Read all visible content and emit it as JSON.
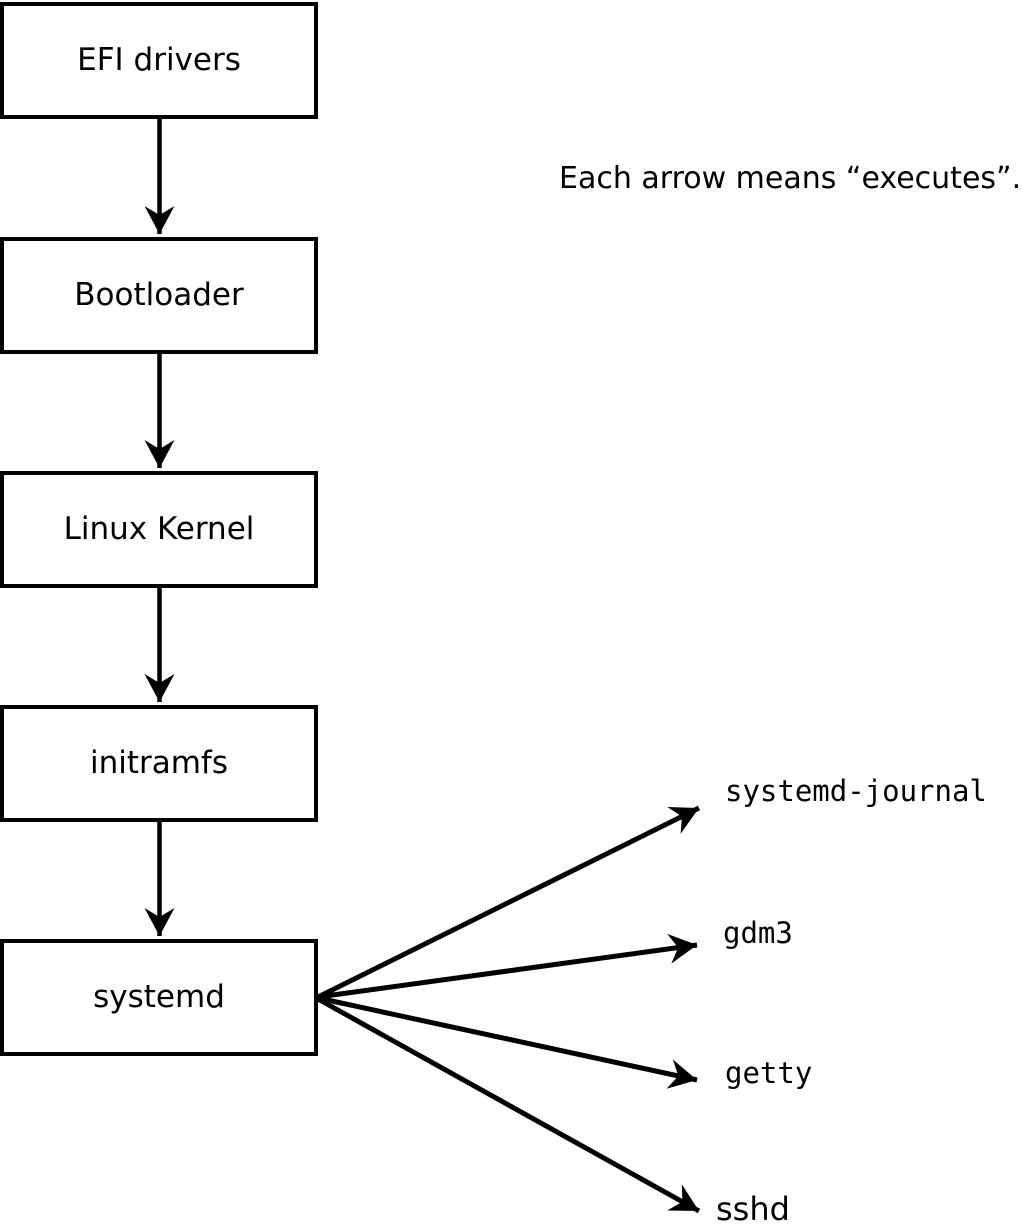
{
  "caption": "Each arrow means “executes”.",
  "boxes": [
    {
      "label": "EFI drivers"
    },
    {
      "label": "Bootloader"
    },
    {
      "label": "Linux Kernel"
    },
    {
      "label": "initramfs"
    },
    {
      "label": "systemd"
    }
  ],
  "targets": [
    {
      "label": "systemd-journal"
    },
    {
      "label": "gdm3"
    },
    {
      "label": "getty"
    },
    {
      "label": "sshd"
    }
  ],
  "colors": {
    "stroke": "#000000",
    "background": "#ffffff",
    "box_fill": "#ffffff",
    "text": "#000000"
  }
}
